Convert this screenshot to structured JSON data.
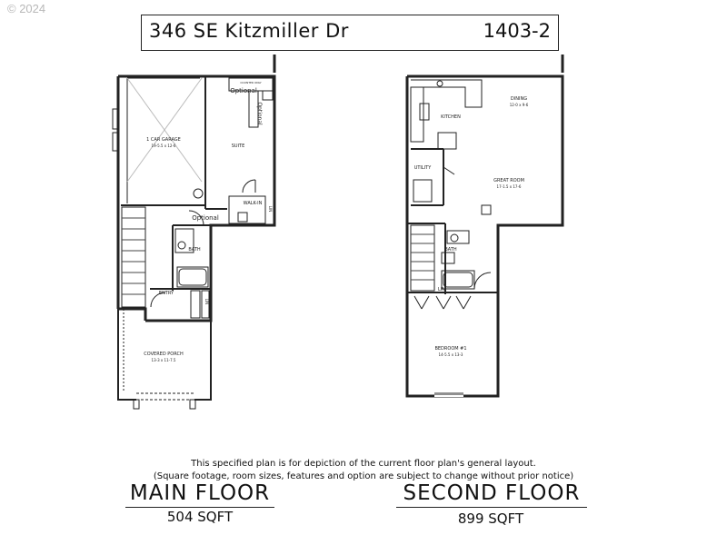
{
  "copyright": "© 2024",
  "header": {
    "address": "346 SE Kitzmiller  Dr",
    "plan_number": "1403-2"
  },
  "main_floor": {
    "title": "MAIN FLOOR",
    "sqft": "504 SQFT",
    "labels": {
      "garage": "1 CAR GARAGE",
      "garage_dim": "19-5.5 x 12-6",
      "optional_top": "Optional",
      "optional_vertical": "Optional",
      "counter": "COUNTER ONLY",
      "suite": "SUITE",
      "walkin": "WALK-IN",
      "optional_mid": "Optional",
      "bath": "BATH",
      "entry": "ENTRY",
      "linen": "LIN",
      "linen2": "LIN",
      "porch": "COVERED PORCH",
      "porch_dim": "13-3 x 11-7.5"
    }
  },
  "second_floor": {
    "title": "SECOND FLOOR",
    "sqft": "899 SQFT",
    "labels": {
      "dining": "DINING",
      "dining_dim": "12-0 x 9-6",
      "kitchen": "KITCHEN",
      "utility": "UTILITY",
      "great_room": "GREAT ROOM",
      "great_room_dim": "17-1.5 x 17-6",
      "bath": "BATH",
      "linen": "LIN",
      "bedroom": "BEDROOM #1",
      "bedroom_dim": "14-5.5 x 13-3"
    }
  },
  "disclaimer": {
    "line1": "This specified plan is for depiction of the current floor plan's general layout.",
    "line2": "(Square footage, room sizes, features and option are subject to change without prior notice)"
  }
}
